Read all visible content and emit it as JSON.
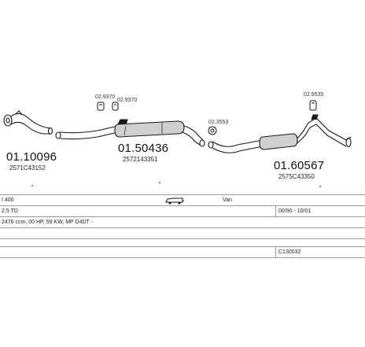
{
  "parts": {
    "p1": {
      "number": "01.10096",
      "oem": "2571C43152"
    },
    "p2": {
      "number": "01.50436",
      "oem": "2572143351"
    },
    "p3": {
      "number": "01.60567",
      "oem": "2575C43350"
    }
  },
  "fittings": {
    "f1": "02.9370",
    "f2": "02.9370",
    "f3": "02.3553",
    "f4": "02.9535"
  },
  "table": {
    "model": "I 400",
    "van_label": "Van",
    "engine": "2.5 TD",
    "period": "00/90 - 10/01",
    "specs": "2476 ccm, 00 HP, 59 KW, MP D4DT -",
    "code": "C130032"
  },
  "colors": {
    "line": "#1a1a1a",
    "border": "#9a9a9a",
    "part_fill": "#cfcfcf"
  }
}
